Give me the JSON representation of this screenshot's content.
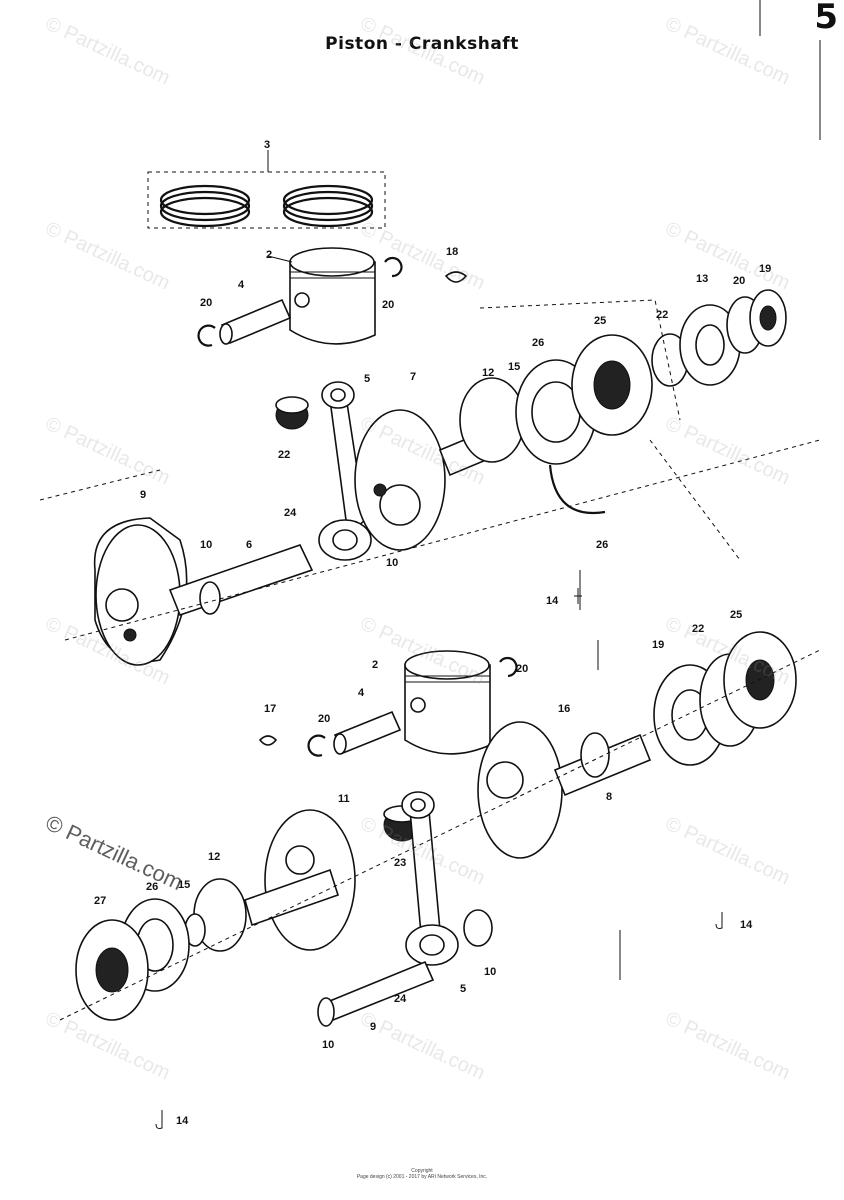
{
  "title": "Piston - Crankshaft",
  "page_mark": "5",
  "watermark": "© Partzilla.com",
  "footer": "Copyright\nPage design (c) 2001 - 2017 by ARI Network Services, Inc.",
  "callouts": {
    "c1": "3",
    "c2": "2",
    "c3": "4",
    "c4": "20",
    "c5": "20",
    "c6": "18",
    "c7": "13",
    "c8": "20",
    "c9": "19",
    "c10": "22",
    "c11": "25",
    "c12": "5",
    "c13": "7",
    "c14": "12",
    "c15": "15",
    "c16": "26",
    "c17": "22",
    "c18": "9",
    "c19": "10",
    "c20": "6",
    "c21": "24",
    "c22": "10",
    "c23": "26",
    "c24": "14",
    "c25": "2",
    "c26": "20",
    "c27": "4",
    "c28": "20",
    "c29": "17",
    "c30": "16",
    "c31": "19",
    "c32": "22",
    "c33": "25",
    "c34": "8",
    "c35": "11",
    "c36": "12",
    "c37": "15",
    "c38": "26",
    "c39": "27",
    "c40": "23",
    "c41": "24",
    "c42": "5",
    "c43": "10",
    "c44": "9",
    "c45": "10",
    "c46": "14",
    "c47": "14"
  }
}
